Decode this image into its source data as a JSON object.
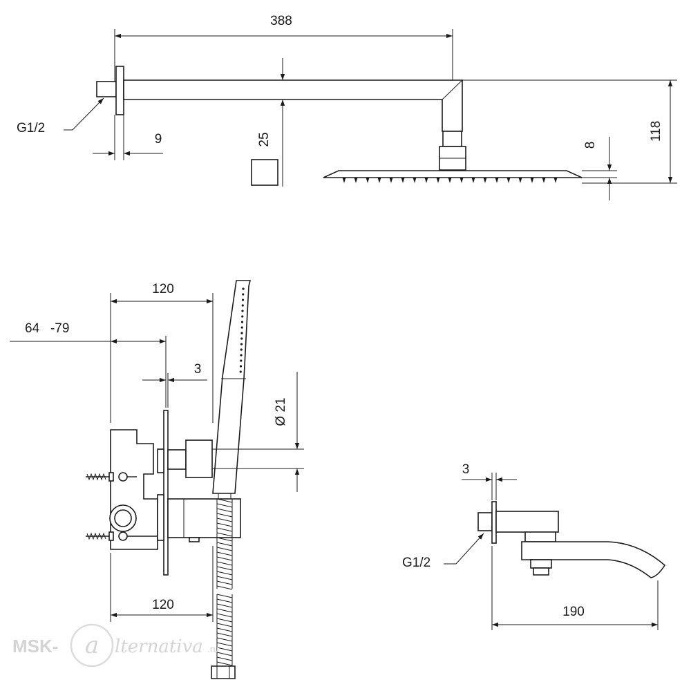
{
  "rain_shower": {
    "arm_length": "388",
    "height": "118",
    "flange": "9",
    "arm_square": "25",
    "head_thickness": "8",
    "thread": "G1/2"
  },
  "mixer_body": {
    "depth_top": "120",
    "depth_bottom": "120",
    "install_range": "64   -79",
    "plate": "3",
    "diameter": "Ø 21"
  },
  "spout": {
    "plate": "3",
    "thread": "G1/2",
    "length": "190"
  },
  "watermark": {
    "prefix": "MSK-",
    "script": "lternativa",
    "suffix": ".ru"
  }
}
